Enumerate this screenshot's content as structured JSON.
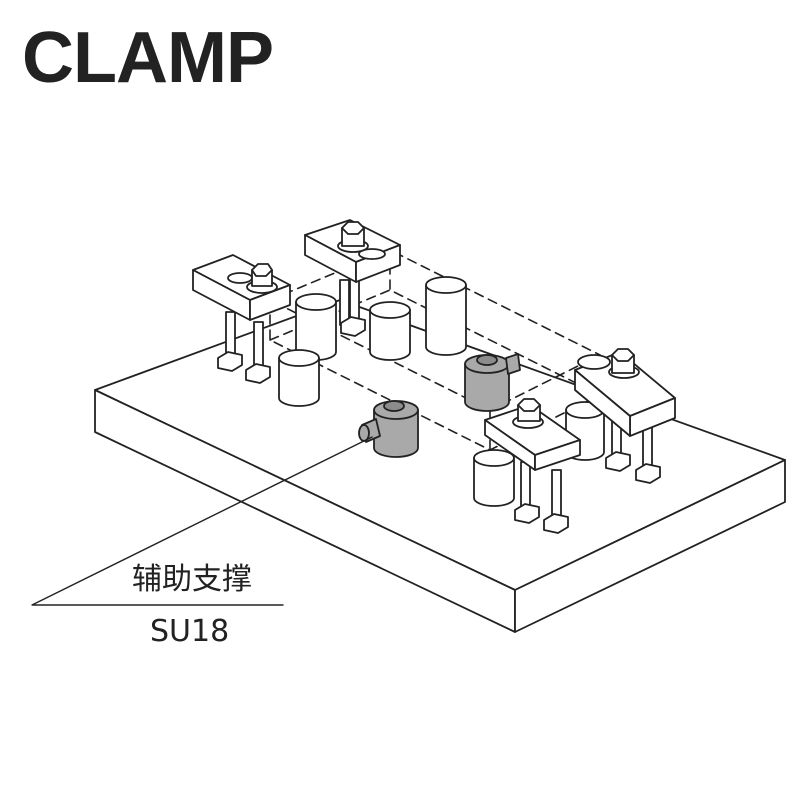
{
  "brand": {
    "title": "CLAMP"
  },
  "callout": {
    "name_cn": "辅助支撑",
    "model": "SU18"
  },
  "colors": {
    "line": "#222222",
    "highlight_part": "#a9a9a9",
    "background": "#ffffff"
  }
}
